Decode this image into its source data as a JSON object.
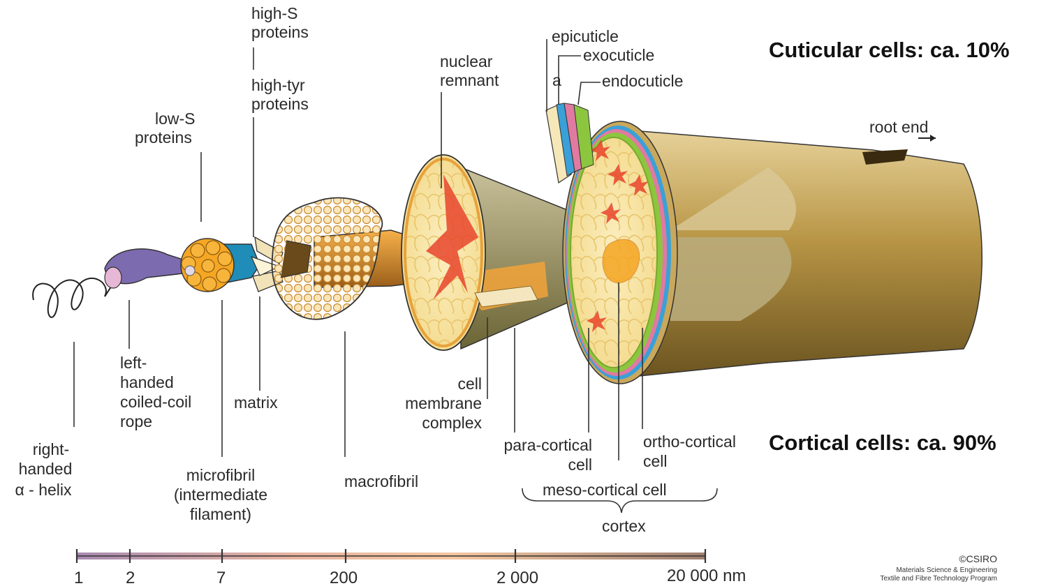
{
  "structure_labels": {
    "high_s_proteins": [
      "high-S",
      "proteins"
    ],
    "high_tyr_proteins": [
      "high-tyr",
      "proteins"
    ],
    "low_s_proteins": [
      "low-S",
      "proteins"
    ],
    "nuclear_remnant": [
      "nuclear",
      "remnant"
    ],
    "epicuticle": "epicuticle",
    "exocuticle": "exocuticle",
    "a_layer": "a",
    "endocuticle": "endocuticle",
    "root_end": "root end",
    "right_handed_helix": [
      "right-",
      "handed",
      "α - helix"
    ],
    "left_handed_rope": [
      "left-",
      "handed",
      "coiled-coil",
      "rope"
    ],
    "matrix": "matrix",
    "microfibril": [
      "microfibril",
      "(intermediate",
      "filament)"
    ],
    "macrofibril": "macrofibril",
    "cell_membrane_complex": [
      "cell",
      "membrane",
      "complex"
    ],
    "para_cortical_cell": [
      "para-cortical",
      "cell"
    ],
    "ortho_cortical_cell": [
      "ortho-cortical",
      "cell"
    ],
    "meso_cortical_cell": "meso-cortical cell",
    "cortex": "cortex"
  },
  "summary": {
    "cuticular": "Cuticular cells: ca. 10%",
    "cortical": "Cortical cells: ca. 90%"
  },
  "scale": {
    "ticks": [
      "1",
      "2",
      "7",
      "200",
      "2 000",
      "20 000 nm"
    ],
    "gradient": [
      "#a88ab0",
      "#e8b4a0",
      "#f4c6a0",
      "#a08070"
    ]
  },
  "credit": {
    "owner": "©CSIRO",
    "lines": [
      "Materials Science & Engineering",
      "Textile and Fibre Technology Program"
    ]
  },
  "colors": {
    "outline": "#333333",
    "microfibril_orange": "#f5a623",
    "macrofibril_cream": "#fbe6b8",
    "nucleus_red": "#e8452b",
    "cortex_olive": "#8a7a4a",
    "cuticle_pink": "#e07aa0",
    "cuticle_blue": "#3aa0d8",
    "cuticle_green": "#8cc63e",
    "cuticle_tan": "#c9a85c"
  }
}
